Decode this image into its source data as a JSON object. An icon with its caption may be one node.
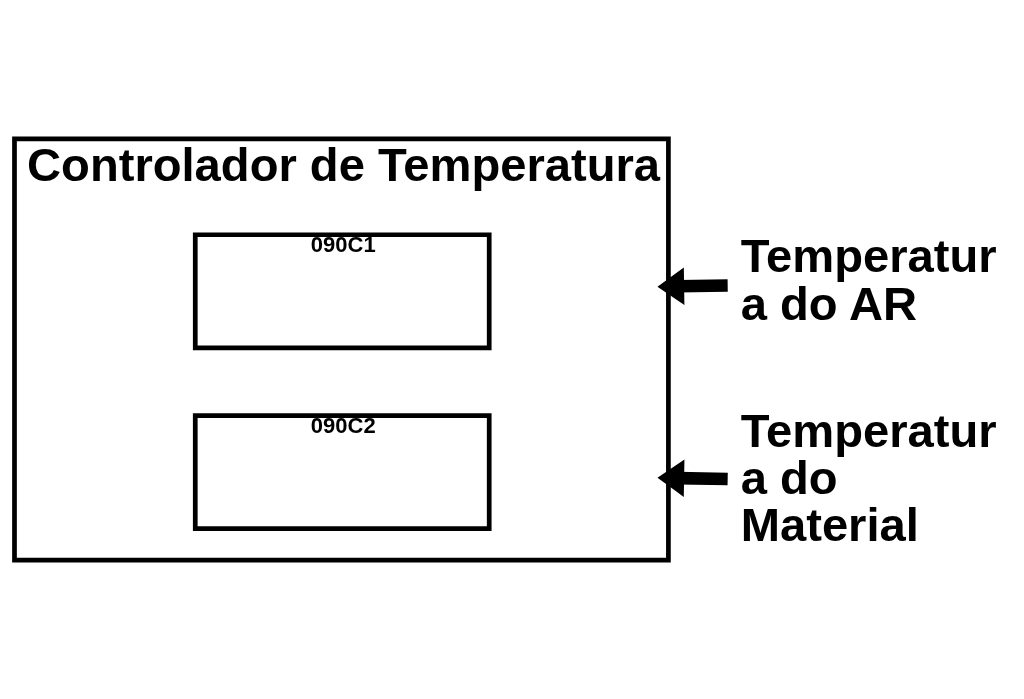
{
  "diagram": {
    "nodes": [
      {
        "text": [
          "Controlador de Temperatura"
        ]
      },
      {
        "text": [
          "090C1"
        ],
        "in": 0
      },
      {
        "text": [
          "090C2"
        ],
        "in": 0
      },
      {
        "text": [
          "Temperatur a do AR"
        ]
      },
      {
        "text": [
          "Temperatur a do Material"
        ]
      }
    ],
    "edges": [
      {
        "from": 3,
        "to": 0,
        "arrow": "to"
      },
      {
        "from": 4,
        "to": 0,
        "arrow": "to"
      }
    ]
  }
}
